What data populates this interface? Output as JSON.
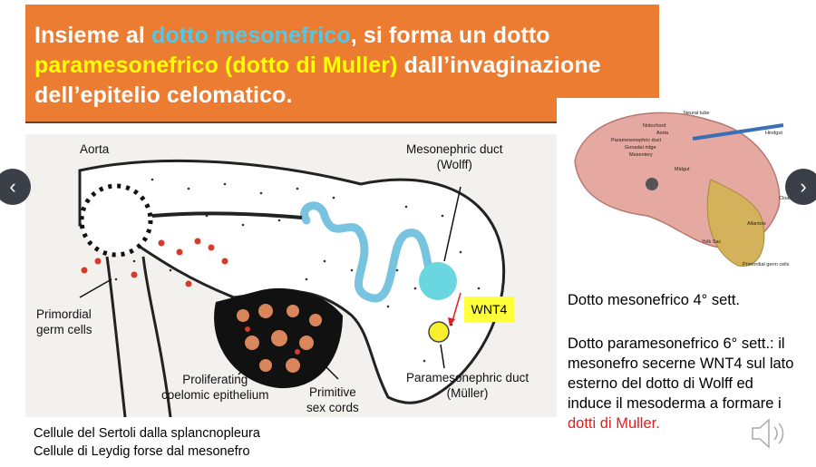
{
  "title": {
    "part1": "Insieme al ",
    "highlight1": "dotto mesonefrico",
    "part2": ", si forma un dotto",
    "highlight2": "paramesonefrico (dotto di Muller)",
    "part3": " dall’invaginazione",
    "line3": "dell’epitelio celomatico."
  },
  "diagram": {
    "aorta": "Aorta",
    "mesonephric_line1": "Mesonephric duct",
    "mesonephric_line2": "(Wolff)",
    "primordial_line1": "Primordial",
    "primordial_line2": "germ cells",
    "proliferating_line1": "Proliferating",
    "proliferating_line2": "coelomic epithelium",
    "primitive_line1": "Primitive",
    "primitive_line2": "sex cords",
    "paramesonephric_line1": "Paramesonephric duct",
    "paramesonephric_line2": "(Müller)",
    "wnt4": "WNT4"
  },
  "embryo": {
    "neural_tube": "Neural tube",
    "notochord": "Notochord",
    "aorta": "Aorta",
    "paramesonephric": "Paramesonephric duct",
    "gonadal_ridge": "Gonadal ridge",
    "mesentery": "Mesentery",
    "midgut": "Midgut",
    "hindgut": "Hindgut",
    "cloaca": "Cloaca",
    "allantois": "Allantois",
    "yolk_sac": "Yolk Sac",
    "primordial": "Primordial germ cells"
  },
  "text": {
    "line1": "Dotto mesonefrico 4° sett.",
    "para_lines": [
      "Dotto paramesonefrico 6° sett.: il",
      "mesonefro secerne WNT4 sul lato",
      "esterno del dotto di Wolff ed",
      "induce il mesoderma a formare i"
    ],
    "para_red": "dotti di Muller."
  },
  "caption": {
    "line1": "Cellule del Sertoli dalla splancnopleura",
    "line2": "Cellule di Leydig forse dal mesonefro"
  },
  "nav": {
    "prev": "‹",
    "next": "›"
  }
}
